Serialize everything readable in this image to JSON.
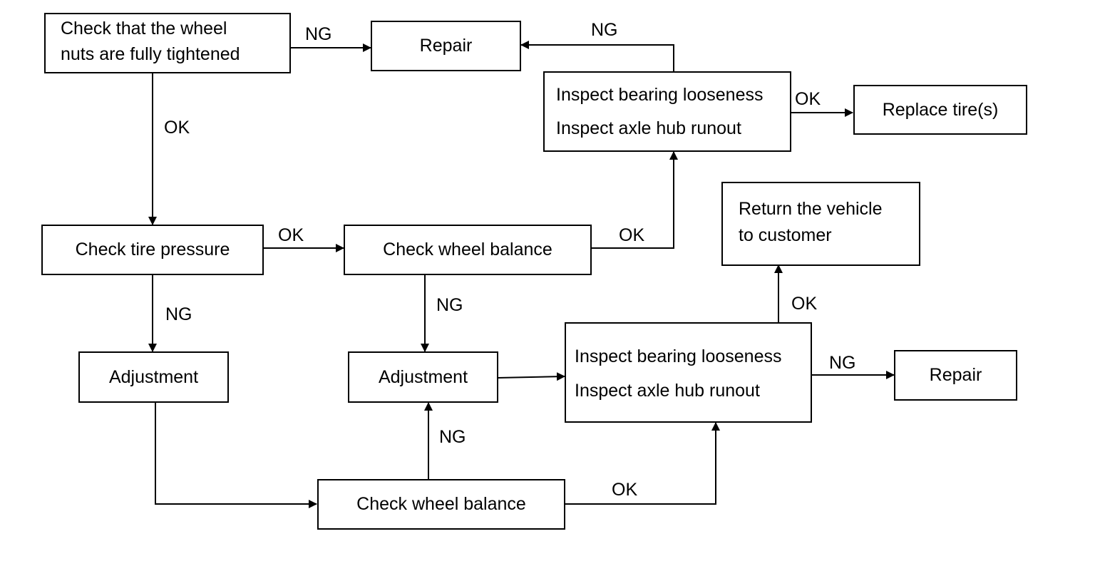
{
  "nodes": {
    "check_nuts": {
      "line1": "Check  that  the  wheel",
      "line2": "nuts are fully tightened"
    },
    "repair_top": {
      "label": "Repair"
    },
    "inspect_top": {
      "line1": "Inspect bearing looseness",
      "line2": "Inspect axle hub runout"
    },
    "replace_tires": {
      "label": "Replace tire(s)"
    },
    "check_pressure": {
      "label": "Check tire pressure"
    },
    "check_balance_mid": {
      "label": "Check wheel balance"
    },
    "return_vehicle": {
      "line1": "Return the vehicle",
      "line2": "to customer"
    },
    "adjust_left": {
      "label": "Adjustment"
    },
    "adjust_mid": {
      "label": "Adjustment"
    },
    "inspect_bottom": {
      "line1": "Inspect bearing looseness",
      "line2": "Inspect axle hub runout"
    },
    "repair_bottom": {
      "label": "Repair"
    },
    "check_balance_bottom": {
      "label": "Check wheel balance"
    }
  },
  "edges": {
    "nuts_to_repair": "NG",
    "nuts_to_pressure": "OK",
    "inspect_top_to_repair": "NG",
    "inspect_top_to_replace": "OK",
    "pressure_to_balance": "OK",
    "pressure_to_adjust": "NG",
    "balance_to_inspect_top": "OK",
    "balance_to_adjust": "NG",
    "inspect_bottom_to_return": "OK",
    "inspect_bottom_to_repair": "NG",
    "bottom_balance_to_adjust": "NG",
    "bottom_balance_to_inspect": "OK"
  }
}
